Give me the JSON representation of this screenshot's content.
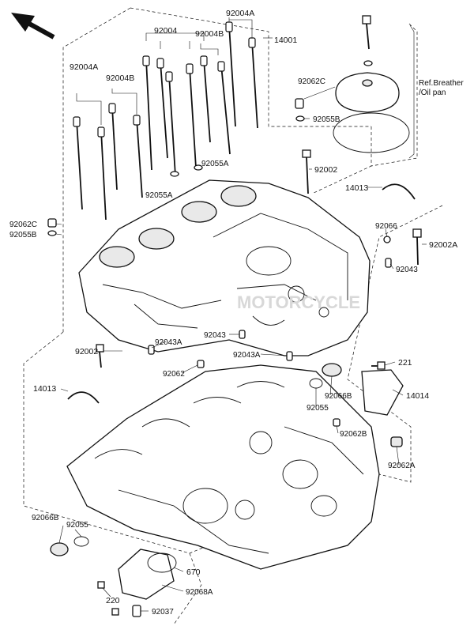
{
  "diagram": {
    "labels": {
      "p14001": "14001",
      "p92004": "92004",
      "p92004A_top": "92004A",
      "p92004B_top": "92004B",
      "p92004A_left": "92004A",
      "p92004B_left": "92004B",
      "p92062C_top": "92062C",
      "p92055B_top": "92055B",
      "ref_breather_1": "Ref.Breather",
      "ref_breather_2": "/Oil pan",
      "p92055A_1": "92055A",
      "p92055A_2": "92055A",
      "p92002_top": "92002",
      "p14013_top": "14013",
      "p92062C_left": "92062C",
      "p92055B_left": "92055B",
      "p92066_right": "92066",
      "p92002A": "92002A",
      "p92043_right": "92043",
      "p92043_mid": "92043",
      "p92002_left": "92002",
      "p92043A_1": "92043A",
      "p92043A_2": "92043A",
      "p92062": "92062",
      "p221": "221",
      "p14013_left": "14013",
      "p92066B_right": "92066B",
      "p14014": "14014",
      "p92055_mid": "92055",
      "p92062B": "92062B",
      "p92062A": "92062A",
      "p92066B_left": "92066B",
      "p92055_left": "92055",
      "p670": "670",
      "p92068A": "92068A",
      "p220": "220",
      "p92037": "92037"
    },
    "watermark": "MOTORCYCLE"
  }
}
